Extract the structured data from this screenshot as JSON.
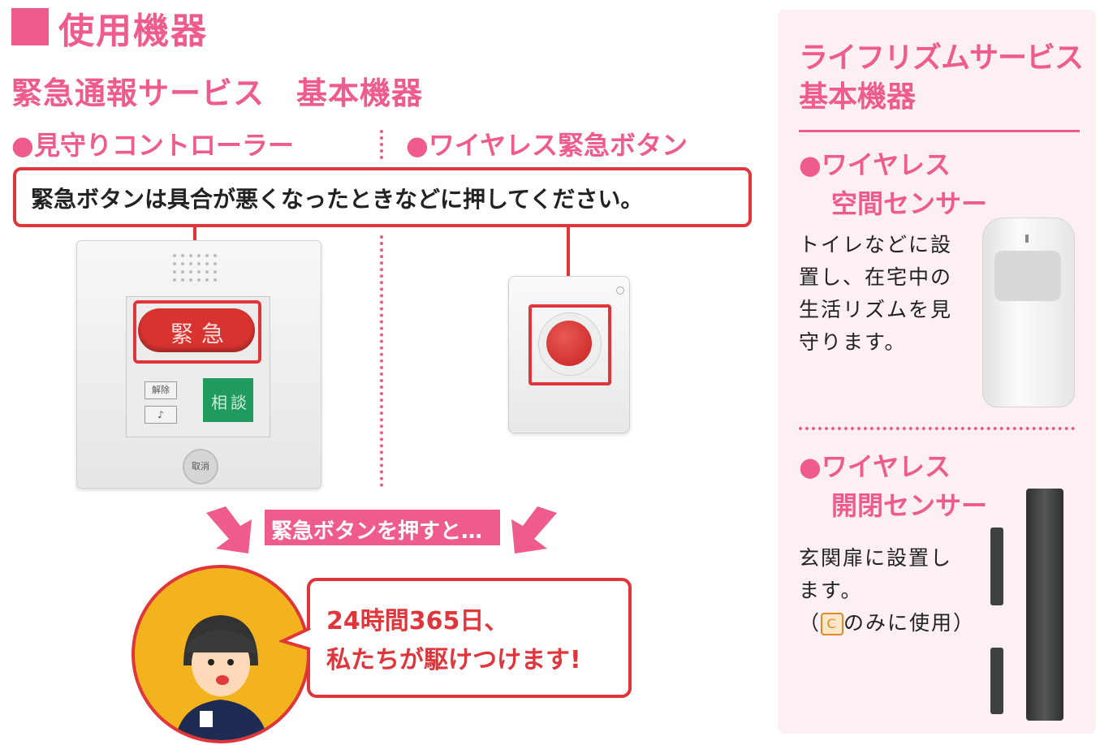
{
  "section_title": "使用機器",
  "main": {
    "heading": "緊急通報サービス　基本機器",
    "controller_label": "●見守りコントローラー",
    "button_label": "●ワイヤレス緊急ボタン",
    "instruction": "緊急ボタンは具合が悪くなったときなどに押してください。",
    "device_emergency_text": "緊急",
    "device_consult_text": "相談",
    "device_cancel_text": "取消",
    "device_side_keys": [
      "解除",
      "♪"
    ],
    "press_banner": "緊急ボタンを押すと…",
    "speech_line1": "24時間365日、",
    "speech_line2": "私たちが駆けつけます!"
  },
  "sidebar": {
    "heading_line1": "ライフリズムサービス",
    "heading_line2": "基本機器",
    "sensor1_title_line1": "●ワイヤレス",
    "sensor1_title_line2": "空間センサー",
    "sensor1_desc": [
      "トイレなどに設",
      "置し、在宅中の",
      "生活リズムを見",
      "守ります。"
    ],
    "sensor2_title_line1": "●ワイヤレス",
    "sensor2_title_line2": "開閉センサー",
    "sensor2_desc": [
      "玄関扉に設置し",
      "ます。"
    ],
    "sensor2_note_open": "（",
    "sensor2_note_badge": "C",
    "sensor2_note_text": "のみに使用）"
  },
  "colors": {
    "pink": "#ef5b8c",
    "red": "#e0353a",
    "panel": "#fcf0f3"
  }
}
